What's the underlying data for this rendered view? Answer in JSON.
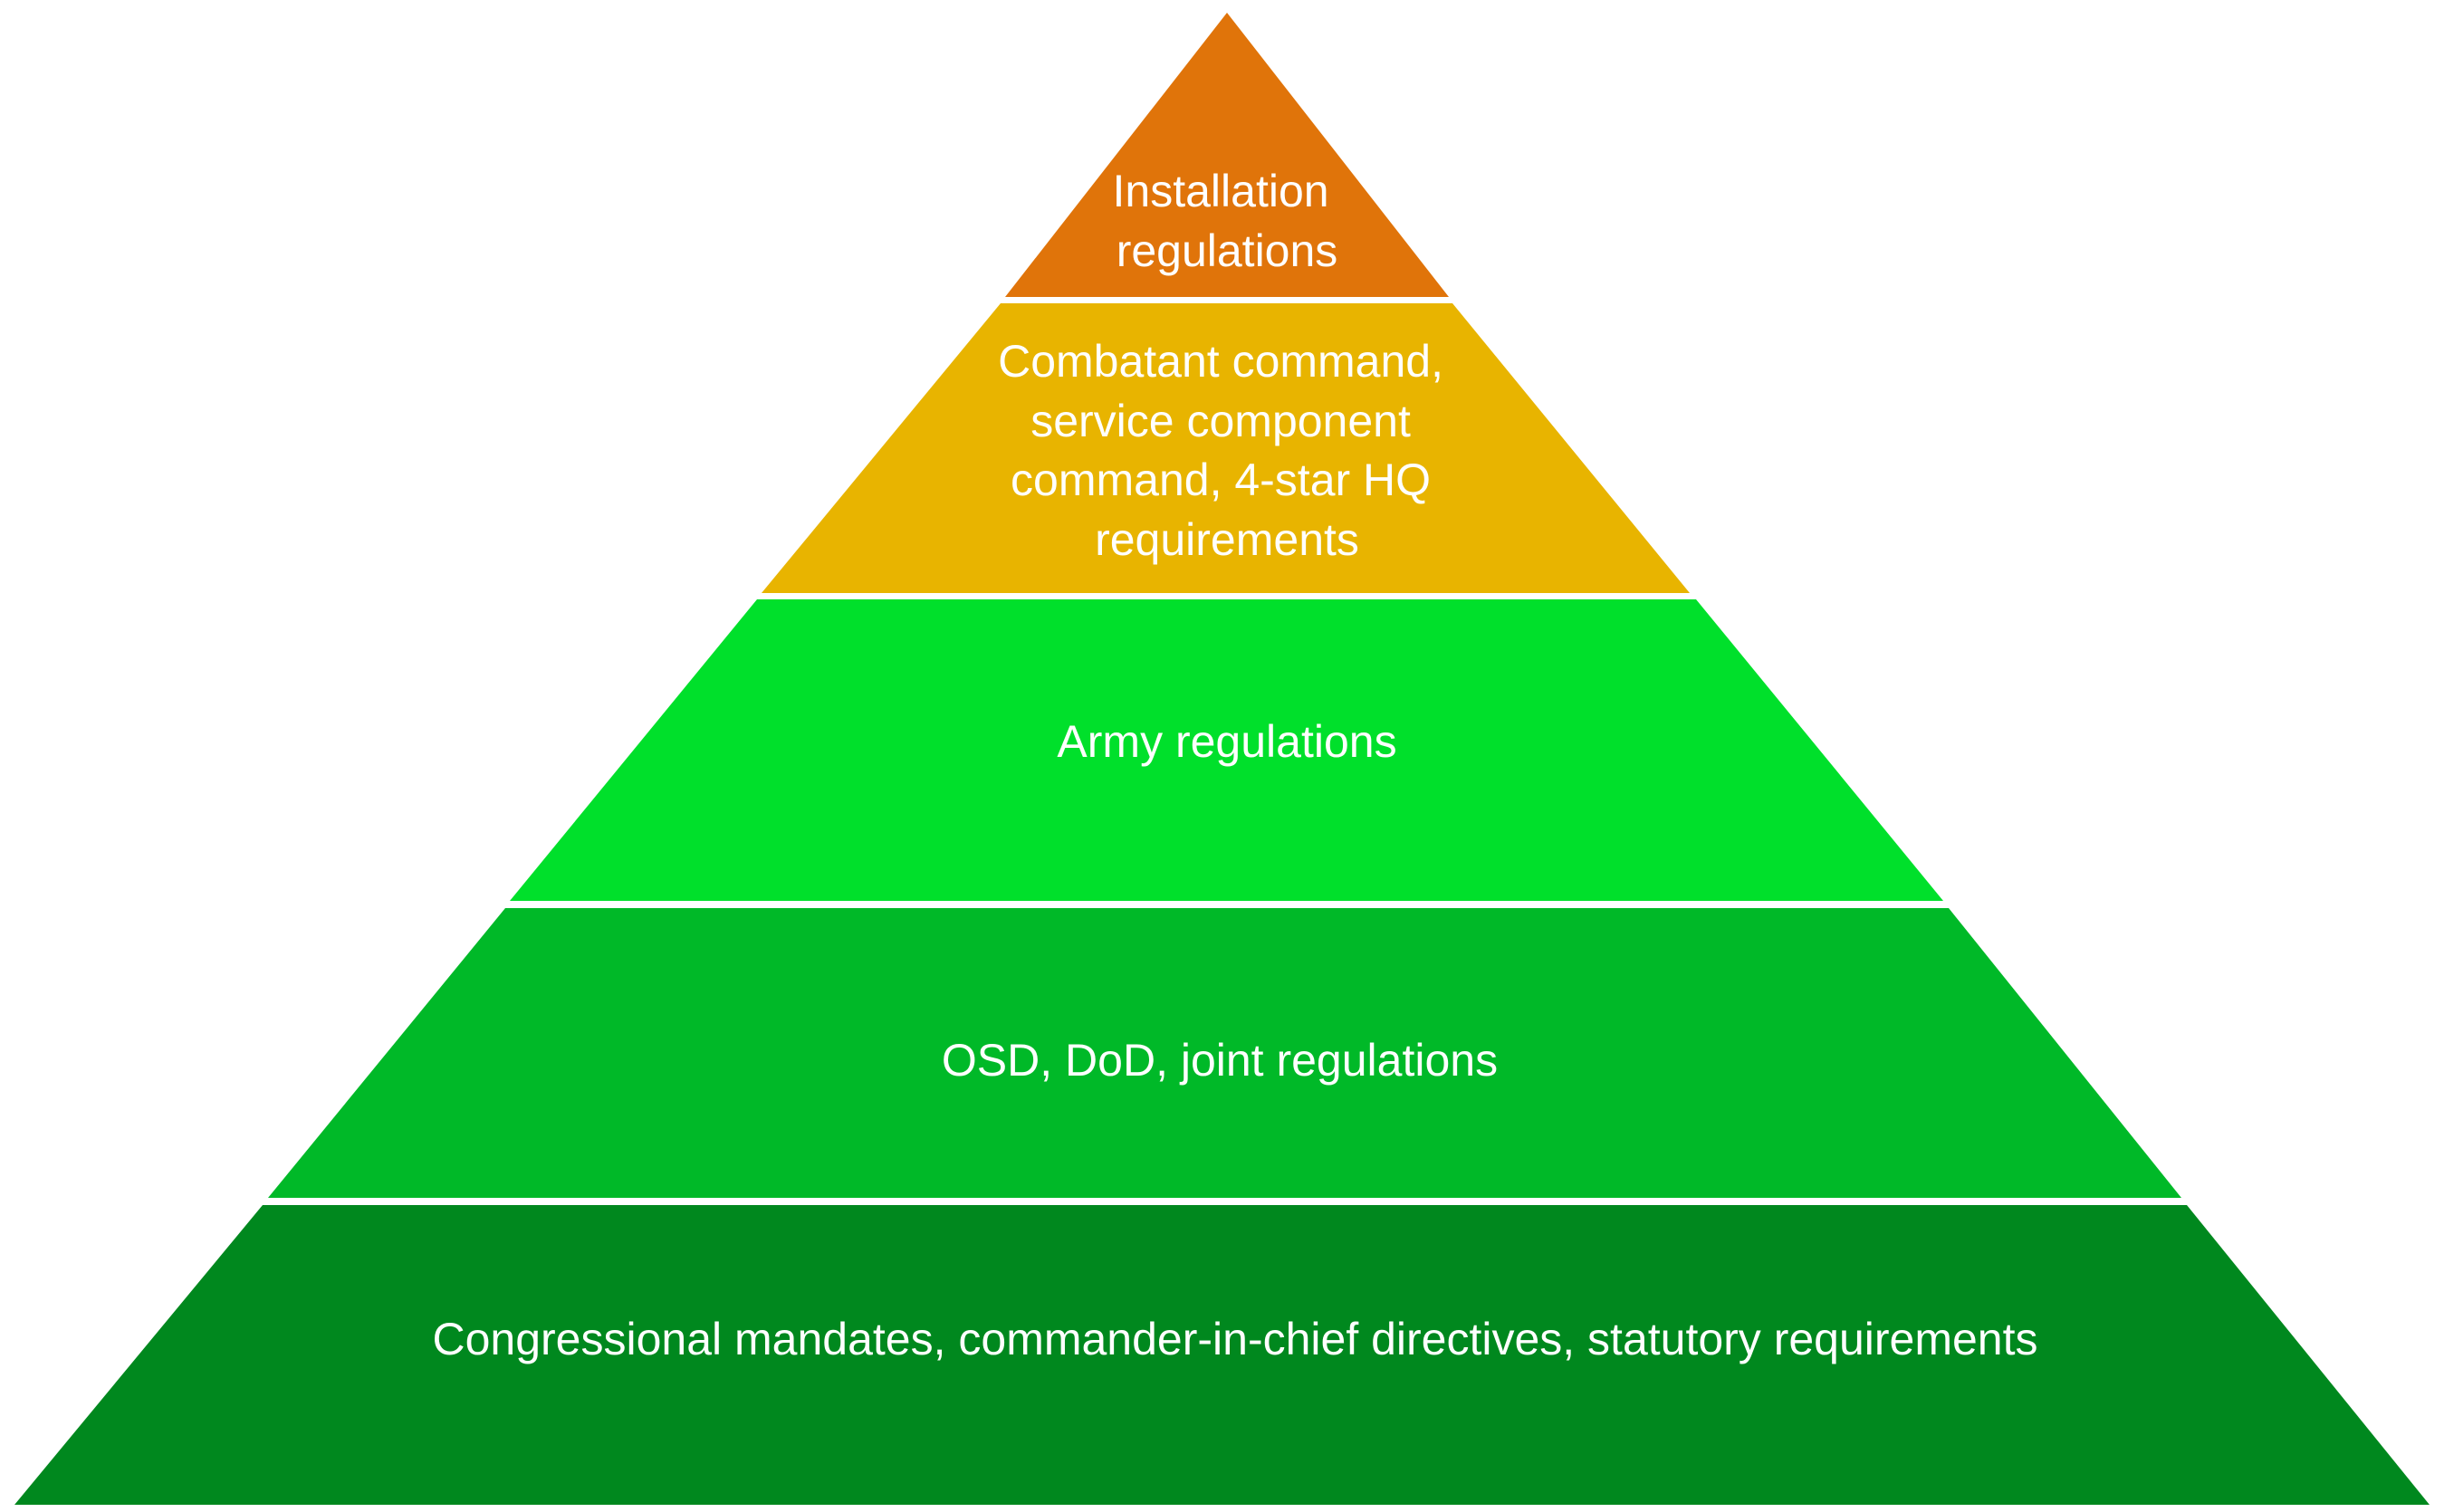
{
  "pyramid": {
    "tiers": [
      {
        "id": "installation",
        "lines": [
          "Installation",
          "regulations"
        ],
        "color": "#E0740A"
      },
      {
        "id": "combatant-command",
        "lines": [
          "Combatant command,",
          "service component",
          "command, 4-star HQ",
          "requirements"
        ],
        "color": "#E8B400"
      },
      {
        "id": "army",
        "lines": [
          "Army regulations"
        ],
        "color": "#00E02B"
      },
      {
        "id": "osd-dod-joint",
        "lines": [
          "OSD, DoD, joint regulations"
        ],
        "color": "#00B928"
      },
      {
        "id": "congressional",
        "lines": [
          "Congressional mandates, commander-in-chief directives, statutory requirements"
        ],
        "color": "#00881E"
      }
    ]
  }
}
